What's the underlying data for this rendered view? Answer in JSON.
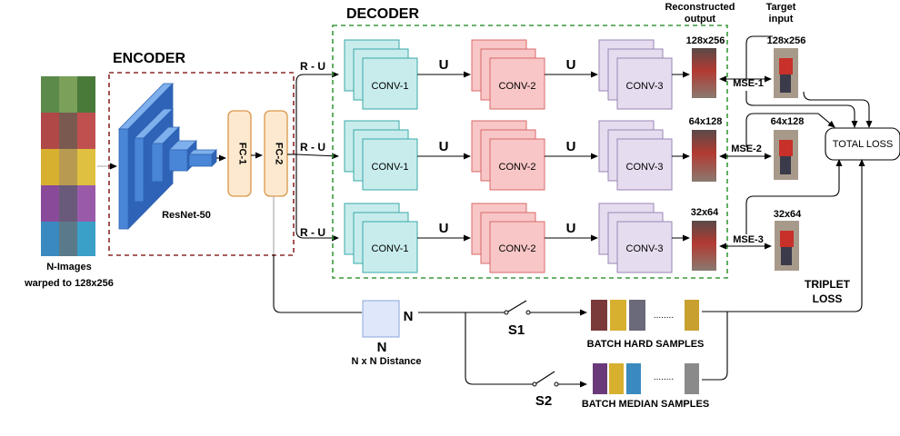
{
  "title": "",
  "encoder": {
    "label": "ENCODER",
    "backbone": "ResNet-50",
    "fc1": "FC-1",
    "fc2": "FC-2"
  },
  "decoder": {
    "label": "DECODER",
    "branch_link": "R - U",
    "upsample": "U",
    "conv1": "CONV-1",
    "conv2": "CONV-2",
    "conv3": "CONV-3"
  },
  "input": {
    "caption_line1": "N-Images",
    "caption_line2": "warped to 128x256"
  },
  "outputs": {
    "reconstructed_header_line1": "Reconstructed",
    "reconstructed_header_line2": "output",
    "target_header_line1": "Target",
    "target_header_line2": "input",
    "rows": [
      {
        "recon_size": "128x256",
        "target_size": "128x256",
        "loss": "MSE-1"
      },
      {
        "recon_size": "64x128",
        "target_size": "64x128",
        "loss": "MSE-2"
      },
      {
        "recon_size": "32x64",
        "target_size": "32x64",
        "loss": "MSE-3"
      }
    ],
    "total_loss": "TOTAL LOSS",
    "triplet_line1": "TRIPLET",
    "triplet_line2": "LOSS"
  },
  "distance": {
    "n_right": "N",
    "n_bottom": "N",
    "caption": "N x N Distance"
  },
  "sampling": {
    "s1": "S1",
    "s2": "S2",
    "hard_caption": "BATCH HARD SAMPLES",
    "median_caption": "BATCH MEDIAN SAMPLES",
    "ellipsis": "........"
  },
  "colors": {
    "encoder_blue": "#4a86d8",
    "fc_fill": "#fde9cf",
    "fc_stroke": "#d9964a",
    "conv1_fill": "#c8ecec",
    "conv1_stroke": "#3aa8a8",
    "conv2_fill": "#f8c6c6",
    "conv2_stroke": "#d96b6b",
    "conv3_fill": "#e6dcef",
    "conv3_stroke": "#9a86b6",
    "encoder_border": "#8b2a2a",
    "decoder_border": "#3a9a3a",
    "recon_red": "#c8302a"
  }
}
